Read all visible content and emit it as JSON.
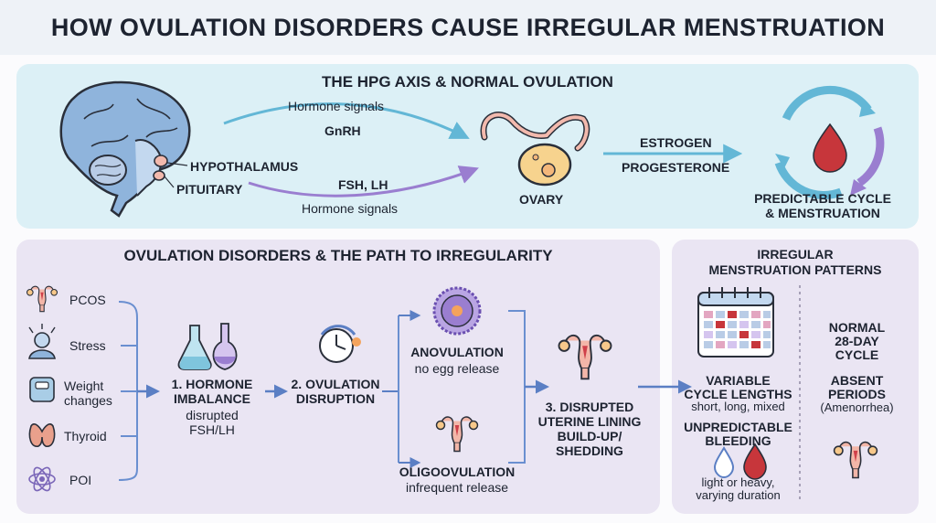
{
  "title": "HOW OVULATION DISORDERS CAUSE IRREGULAR MENSTRUATION",
  "top": {
    "header": "THE HPG AXIS & NORMAL OVULATION",
    "hypothalamus": "HYPOTHALAMUS",
    "pituitary": "PITUITARY",
    "arrow1_caption": "Hormone signals",
    "arrow1_label": "GnRH",
    "arrow2_label": "FSH, LH",
    "arrow2_caption": "Hormone signals",
    "ovary": "OVARY",
    "estrogen": "ESTROGEN",
    "progesterone": "PROGESTERONE",
    "cycle_line1": "PREDICTABLE CYCLE",
    "cycle_line2": "& MENSTRUATION"
  },
  "disorders": {
    "header": "OVULATION DISORDERS & THE PATH TO IRREGULARITY",
    "causes": [
      "PCOS",
      "Stress",
      "Weight",
      "changes",
      "Thyroid",
      "POI"
    ],
    "step1_line1": "1. HORMONE",
    "step1_line2": "IMBALANCE",
    "step1_sub1": "disrupted",
    "step1_sub2": "FSH/LH",
    "step2_line1": "2. OVULATION",
    "step2_line2": "DISRUPTION",
    "anovulation": "ANOVULATION",
    "anovulation_sub": "no egg release",
    "oligoovulation": "OLIGOOVULATION",
    "oligoovulation_sub": "infrequent release",
    "step3_lines": [
      "3. DISRUPTED",
      "UTERINE LINING",
      "BUILD-UP/",
      "SHEDDING"
    ]
  },
  "patterns": {
    "header_line1": "IRREGULAR",
    "header_line2": "MENSTRUATION PATTERNS",
    "variable_line1": "VARIABLE",
    "variable_line2": "CYCLE LENGTHS",
    "variable_sub": "short, long, mixed",
    "unpredictable_line1": "UNPREDICTABLE",
    "unpredictable_line2": "BLEEDING",
    "bleeding_sub1": "light or heavy,",
    "bleeding_sub2": "varying duration",
    "normal_lines": [
      "NORMAL",
      "28-DAY",
      "CYCLE"
    ],
    "absent_line1": "ABSENT",
    "absent_line2": "PERIODS",
    "absent_sub": "(Amenorrhea)"
  },
  "colors": {
    "title_bg": "#eef2f7",
    "top_panel": "#dcf0f6",
    "bottom_panel": "#eae5f3",
    "blue_arrow": "#63b7d6",
    "purple_arrow": "#9a7ed0",
    "flow_arrow": "#5b7fc4",
    "blood_red": "#c7363b"
  }
}
